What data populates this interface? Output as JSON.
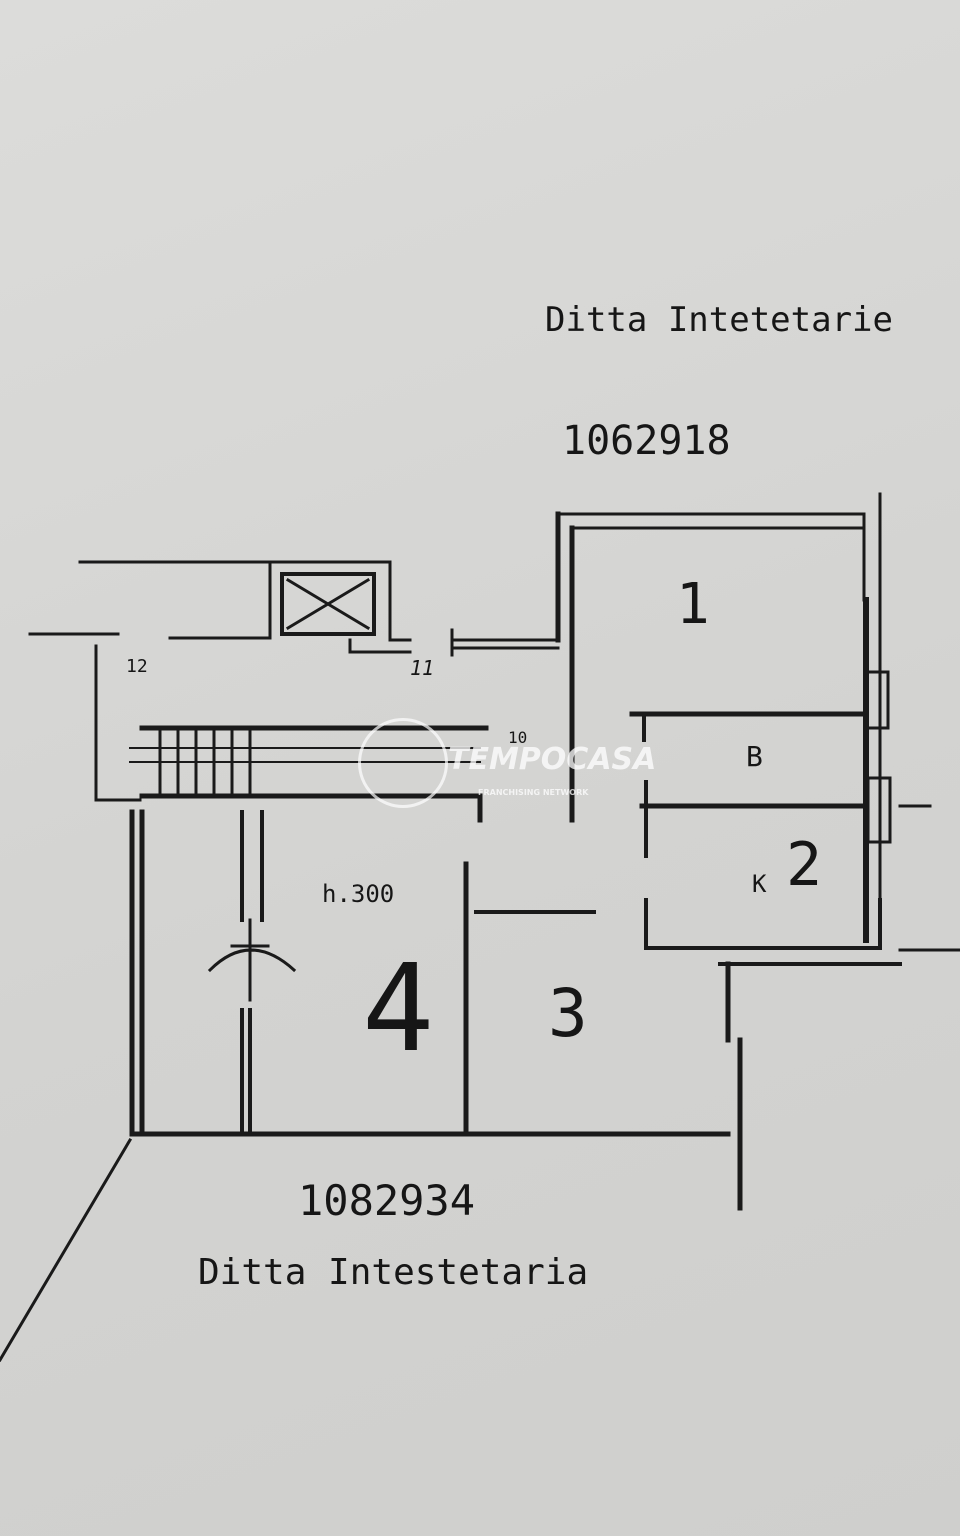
{
  "labels": {
    "top_owner": "Ditta Intetetarie",
    "top_parcel": "1062918",
    "bottom_parcel": "1082934",
    "bottom_owner": "Ditta Intestetaria",
    "height_note": "h.300",
    "room_1": "1",
    "room_2": "2",
    "room_3": "3",
    "room_4": "4",
    "room_b": "B",
    "room_k": "K",
    "stair_12": "12",
    "stair_11": "11",
    "stair_10": "10"
  },
  "watermark": {
    "brand": "TEMPOCASA",
    "tagline": "FRANCHISING NETWORK"
  }
}
